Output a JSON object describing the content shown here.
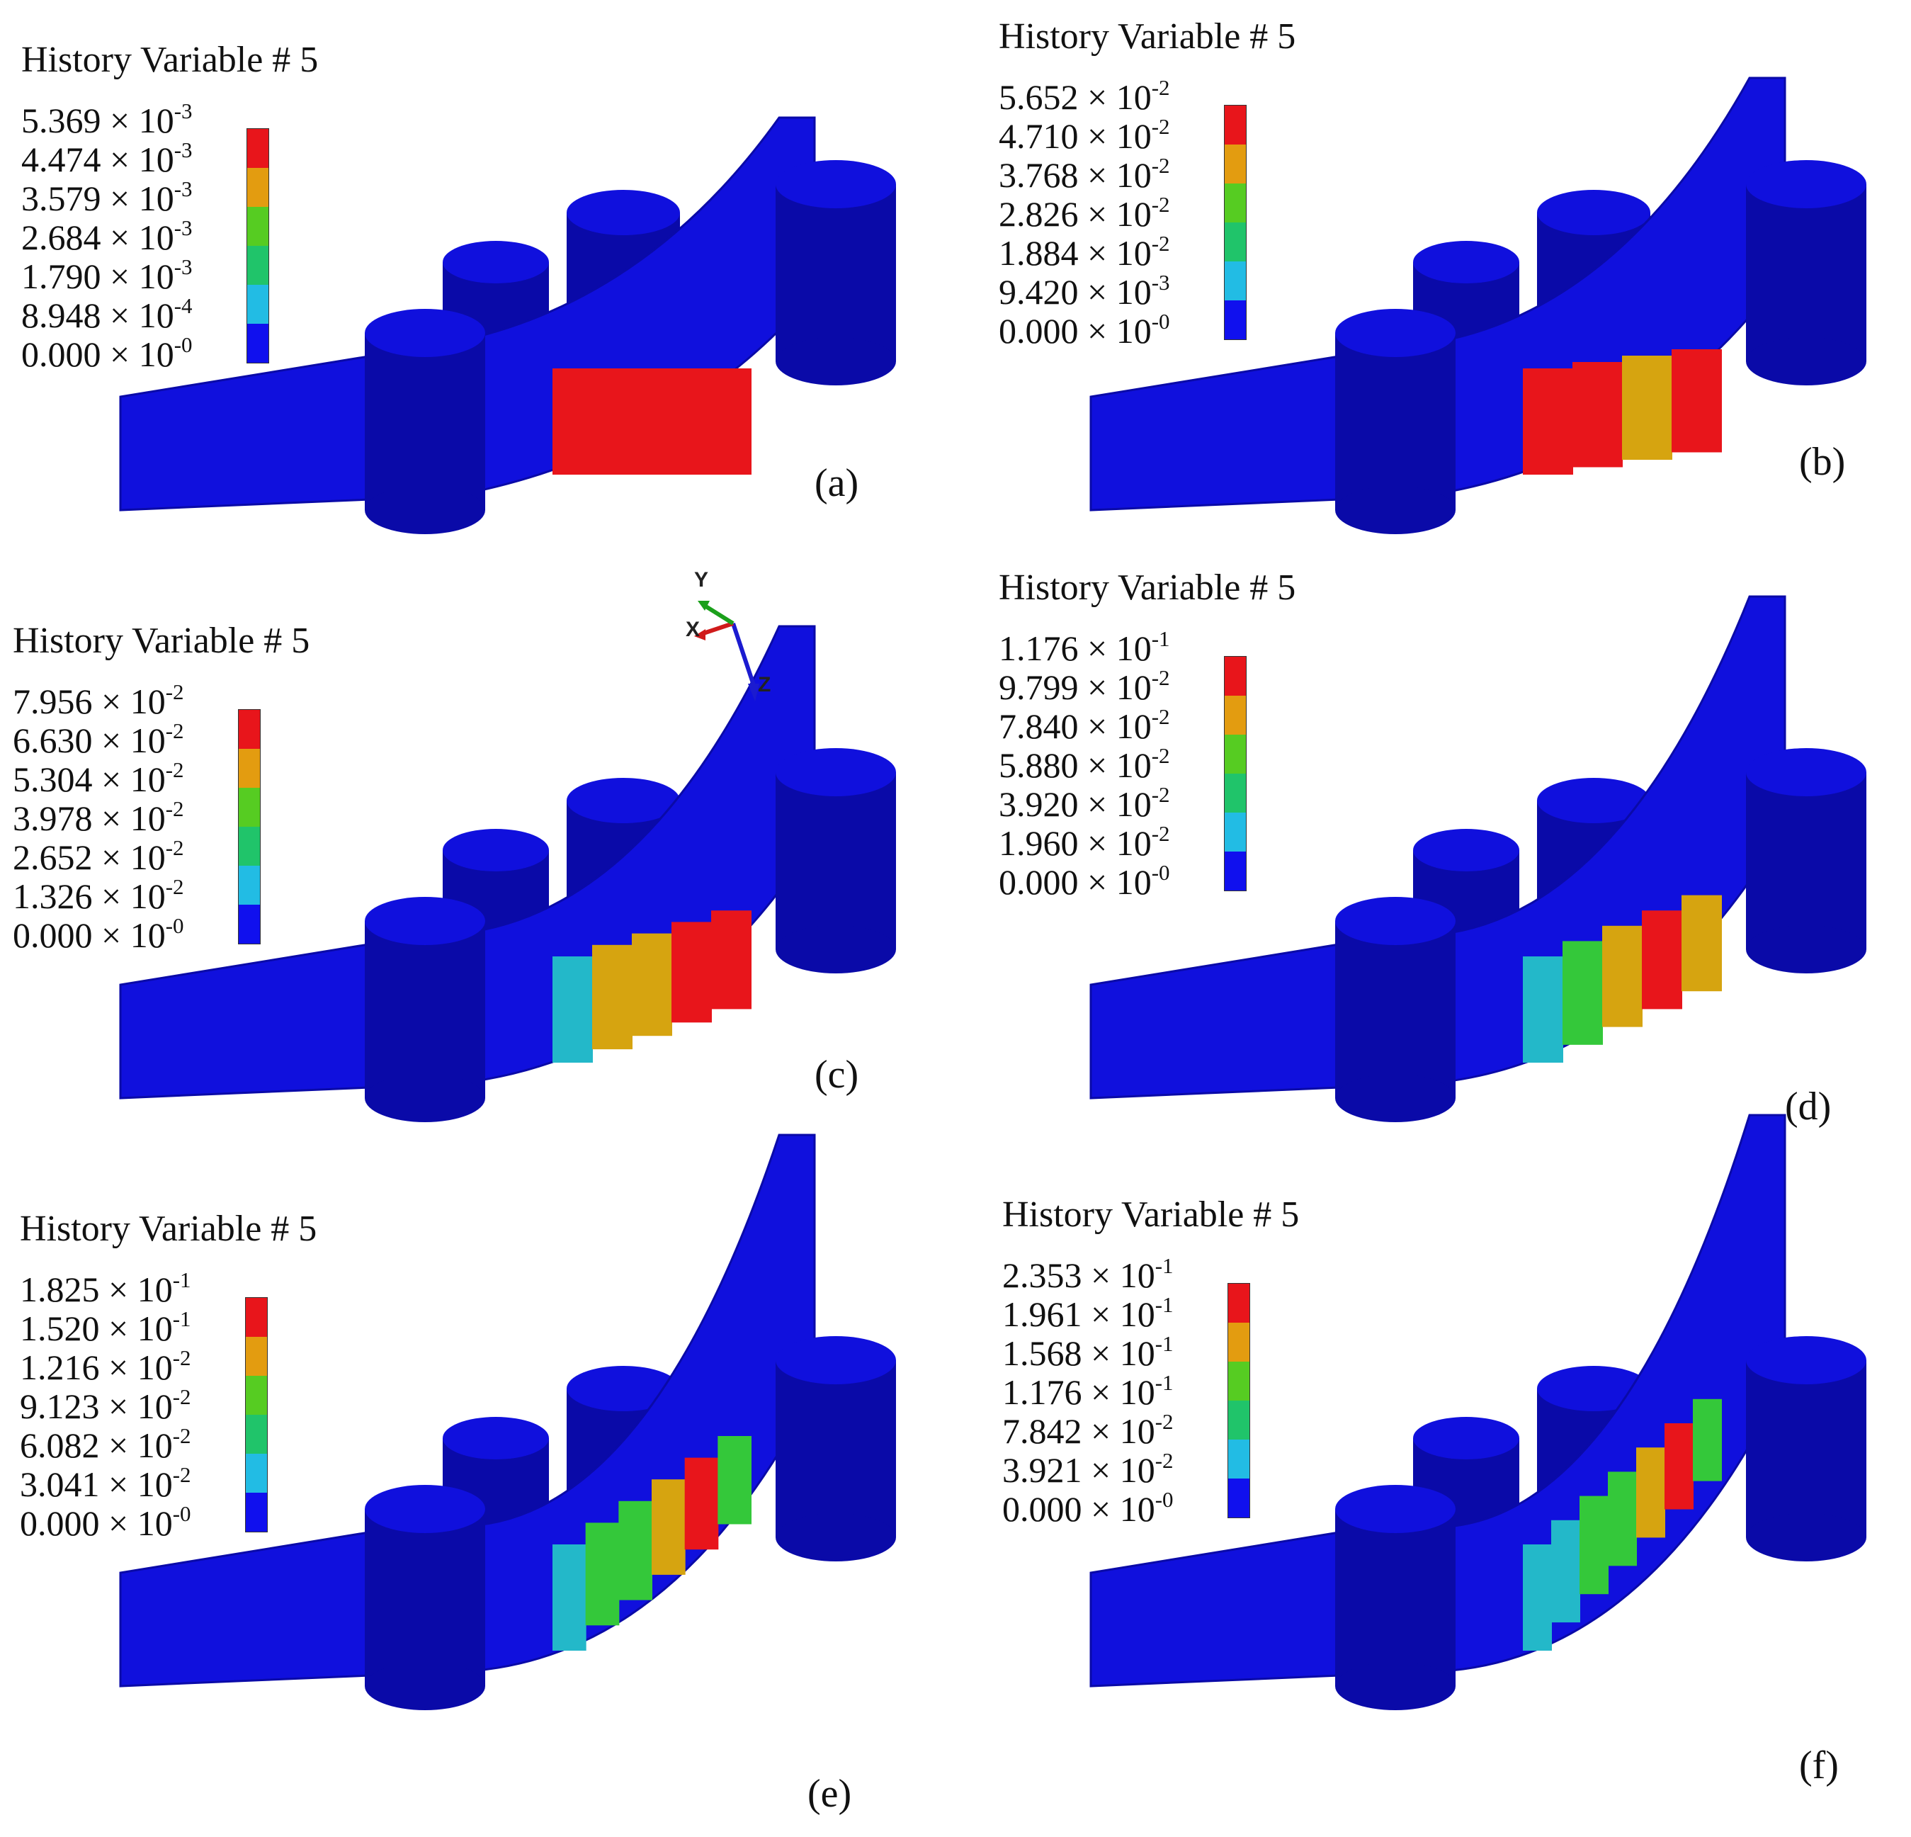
{
  "legend_colors": [
    "#e8151b",
    "#e39c10",
    "#56cc22",
    "#20c46a",
    "#22bce4",
    "#1010ee"
  ],
  "mesh_colors": {
    "blue": "#1010dd",
    "blue_dark": "#0a0aa8",
    "red": "#e8151b",
    "orange": "#d6a410",
    "green": "#34c83a",
    "cyan": "#23b8c9"
  },
  "axis_triad": {
    "y": "Y",
    "x": "X",
    "z": "Z"
  },
  "panels": [
    {
      "id": "a",
      "label": "(a)",
      "title": "History Variable # 5",
      "ticks": [
        {
          "m": "5.369 × 10",
          "e": "-3"
        },
        {
          "m": "4.474 × 10",
          "e": "-3"
        },
        {
          "m": "3.579 × 10",
          "e": "-3"
        },
        {
          "m": "2.684 × 10",
          "e": "-3"
        },
        {
          "m": "1.790 × 10",
          "e": "-3"
        },
        {
          "m": "8.948 × 10",
          "e": "-4"
        },
        {
          "m": "0.000 × 10",
          "e": "-0"
        }
      ]
    },
    {
      "id": "b",
      "label": "(b)",
      "title": "History Variable # 5",
      "ticks": [
        {
          "m": "5.652 × 10",
          "e": "-2"
        },
        {
          "m": "4.710 × 10",
          "e": "-2"
        },
        {
          "m": "3.768 × 10",
          "e": "-2"
        },
        {
          "m": "2.826 × 10",
          "e": "-2"
        },
        {
          "m": "1.884 × 10",
          "e": "-2"
        },
        {
          "m": "9.420 × 10",
          "e": "-3"
        },
        {
          "m": "0.000 × 10",
          "e": "-0"
        }
      ]
    },
    {
      "id": "c",
      "label": "(c)",
      "title": "History Variable # 5",
      "ticks": [
        {
          "m": "7.956 × 10",
          "e": "-2"
        },
        {
          "m": "6.630 × 10",
          "e": "-2"
        },
        {
          "m": "5.304 × 10",
          "e": "-2"
        },
        {
          "m": "3.978 × 10",
          "e": "-2"
        },
        {
          "m": "2.652 × 10",
          "e": "-2"
        },
        {
          "m": "1.326 × 10",
          "e": "-2"
        },
        {
          "m": "0.000 × 10",
          "e": "-0"
        }
      ]
    },
    {
      "id": "d",
      "label": "(d)",
      "title": "History Variable # 5",
      "ticks": [
        {
          "m": "1.176 × 10",
          "e": "-1"
        },
        {
          "m": "9.799 × 10",
          "e": "-2"
        },
        {
          "m": "7.840 × 10",
          "e": "-2"
        },
        {
          "m": "5.880 × 10",
          "e": "-2"
        },
        {
          "m": "3.920 × 10",
          "e": "-2"
        },
        {
          "m": "1.960 × 10",
          "e": "-2"
        },
        {
          "m": "0.000 × 10",
          "e": "-0"
        }
      ]
    },
    {
      "id": "e",
      "label": "(e)",
      "title": "History Variable # 5",
      "ticks": [
        {
          "m": "1.825 × 10",
          "e": "-1"
        },
        {
          "m": "1.520 × 10",
          "e": "-1"
        },
        {
          "m": "1.216 × 10",
          "e": "-2"
        },
        {
          "m": "9.123 × 10",
          "e": "-2"
        },
        {
          "m": "6.082 × 10",
          "e": "-2"
        },
        {
          "m": "3.041 × 10",
          "e": "-2"
        },
        {
          "m": "0.000 × 10",
          "e": "-0"
        }
      ]
    },
    {
      "id": "f",
      "label": "(f)",
      "title": "History Variable # 5",
      "ticks": [
        {
          "m": "2.353 × 10",
          "e": "-1"
        },
        {
          "m": "1.961 × 10",
          "e": "-1"
        },
        {
          "m": "1.568 × 10",
          "e": "-1"
        },
        {
          "m": "1.176 × 10",
          "e": "-1"
        },
        {
          "m": "7.842 × 10",
          "e": "-2"
        },
        {
          "m": "3.921 × 10",
          "e": "-2"
        },
        {
          "m": "0.000 × 10",
          "e": "-0"
        }
      ]
    }
  ]
}
